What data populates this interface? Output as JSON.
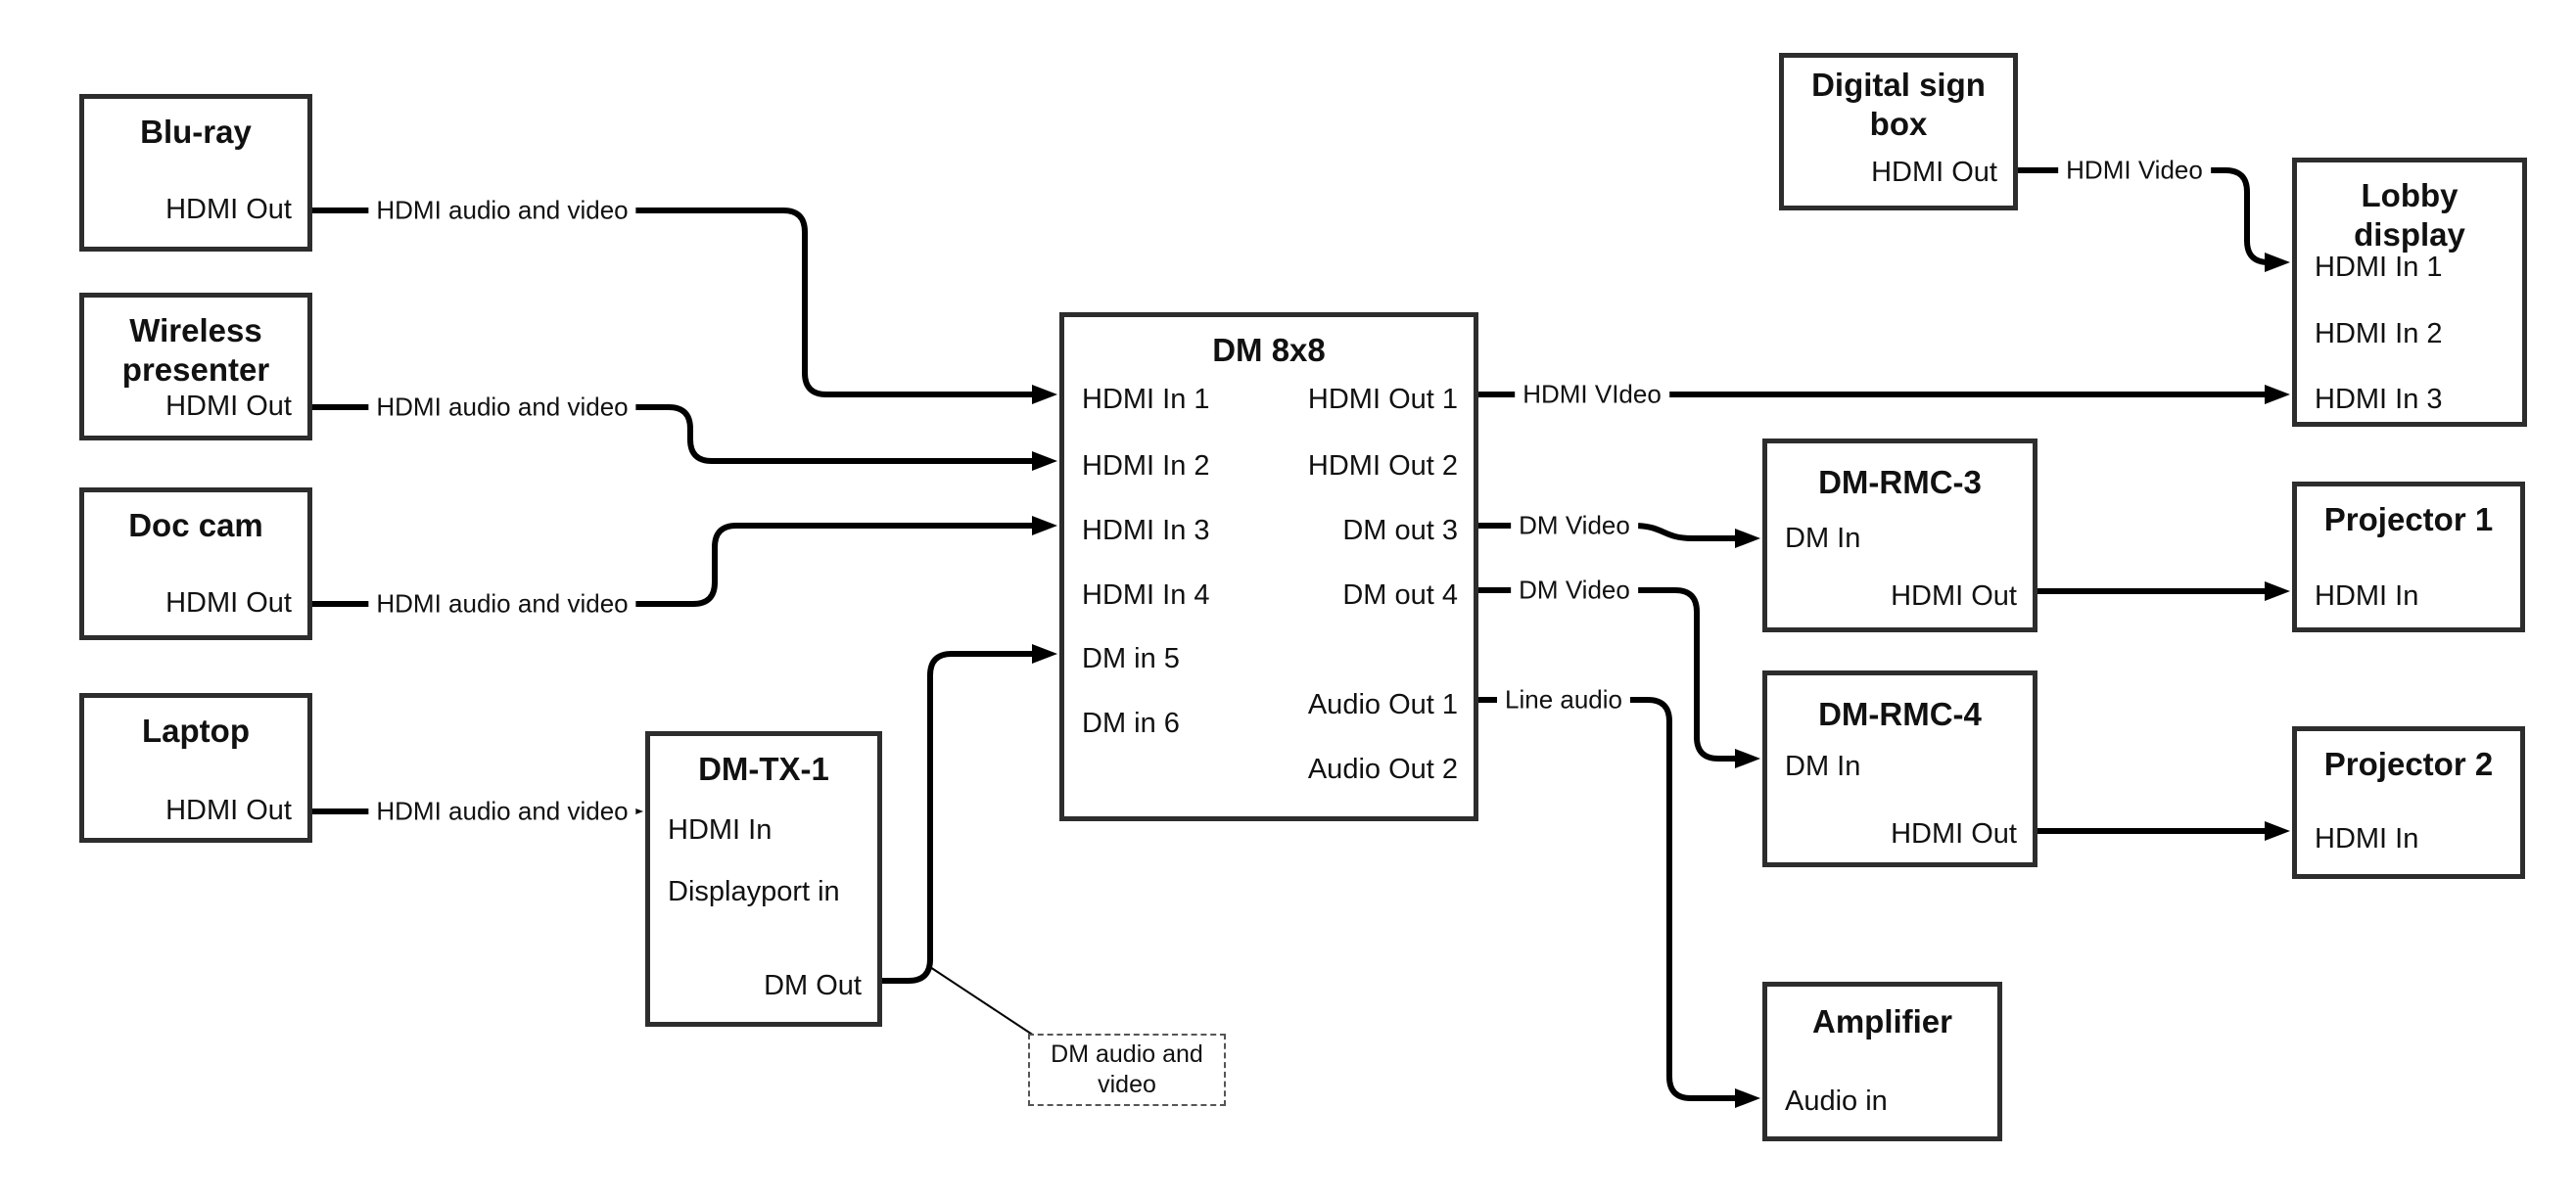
{
  "diagram": {
    "background": "#ffffff",
    "wire_color": "#000000",
    "box_border_color": "#2d2d2d"
  },
  "nodes": {
    "bluray": {
      "title": "Blu-ray",
      "ports": [
        {
          "label": "HDMI Out"
        }
      ]
    },
    "wireless": {
      "title": "Wireless\npresenter",
      "ports": [
        {
          "label": "HDMI Out"
        }
      ]
    },
    "doc_cam": {
      "title": "Doc cam",
      "ports": [
        {
          "label": "HDMI Out"
        }
      ]
    },
    "laptop": {
      "title": "Laptop",
      "ports": [
        {
          "label": "HDMI Out"
        }
      ]
    },
    "dm_tx_1": {
      "title": "DM-TX-1",
      "ports": [
        {
          "label": "HDMI In"
        },
        {
          "label": "Displayport in"
        },
        {
          "label": "DM Out"
        }
      ]
    },
    "dm_8x8": {
      "title": "DM 8x8",
      "ports": [
        {
          "label": "HDMI In 1"
        },
        {
          "label": "HDMI In 2"
        },
        {
          "label": "HDMI In 3"
        },
        {
          "label": "HDMI In 4"
        },
        {
          "label": "DM in 5"
        },
        {
          "label": "DM in 6"
        },
        {
          "label": "HDMI Out 1"
        },
        {
          "label": "HDMI Out 2"
        },
        {
          "label": "DM out 3"
        },
        {
          "label": "DM out 4"
        },
        {
          "label": "Audio Out 1"
        },
        {
          "label": "Audio Out 2"
        }
      ]
    },
    "digital_sign_box": {
      "title": "Digital sign\nbox",
      "ports": [
        {
          "label": "HDMI Out"
        }
      ]
    },
    "lobby_display": {
      "title": "Lobby\ndisplay",
      "ports": [
        {
          "label": "HDMI In 1"
        },
        {
          "label": "HDMI In 2"
        },
        {
          "label": "HDMI In 3"
        }
      ]
    },
    "dm_rmc_3": {
      "title": "DM-RMC-3",
      "ports": [
        {
          "label": "DM In"
        },
        {
          "label": "HDMI Out"
        }
      ]
    },
    "dm_rmc_4": {
      "title": "DM-RMC-4",
      "ports": [
        {
          "label": "DM In"
        },
        {
          "label": "HDMI Out"
        }
      ]
    },
    "projector_1": {
      "title": "Projector 1",
      "ports": [
        {
          "label": "HDMI In"
        }
      ]
    },
    "projector_2": {
      "title": "Projector 2",
      "ports": [
        {
          "label": "HDMI In"
        }
      ]
    },
    "amplifier": {
      "title": "Amplifier",
      "ports": [
        {
          "label": "Audio in"
        }
      ]
    }
  },
  "wires": {
    "bluray_to_dm8x8": {
      "label": "HDMI audio and video"
    },
    "wireless_to_dm8x8": {
      "label": "HDMI audio and video"
    },
    "doccam_to_dm8x8": {
      "label": "HDMI audio and video"
    },
    "laptop_to_dmtx1": {
      "label": "HDMI audio and video"
    },
    "hdmiout1_to_lobby": {
      "label": "HDMI VIdeo"
    },
    "dmout3_to_rmc3": {
      "label": "DM Video"
    },
    "dmout4_to_rmc4": {
      "label": "DM Video"
    },
    "audioout1_to_amp": {
      "label": "Line audio"
    },
    "digitalsign_to_lobby": {
      "label": "HDMI Video"
    }
  },
  "callout": {
    "text": "DM audio and\nvideo"
  }
}
